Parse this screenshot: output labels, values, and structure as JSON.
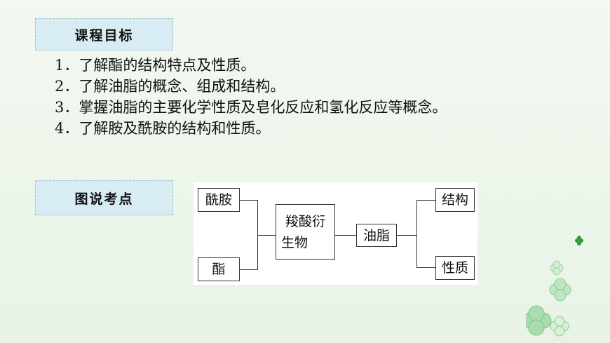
{
  "goals_section": {
    "title": "课程目标",
    "items": [
      "1．了解酯的结构特点及性质。",
      "2．了解油脂的概念、组成和结构。",
      "3．掌握油脂的主要化学性质及皂化反应和氢化反应等概念。",
      "4．了解胺及酰胺的结构和性质。"
    ]
  },
  "figure_section": {
    "title": "图说考点",
    "diagram": {
      "left_top": "酰胺",
      "left_bottom": "酯",
      "center_line1": "羧酸衍",
      "center_line2": "生物",
      "middle": "油脂",
      "right_top": "结构",
      "right_bottom": "性质"
    }
  }
}
